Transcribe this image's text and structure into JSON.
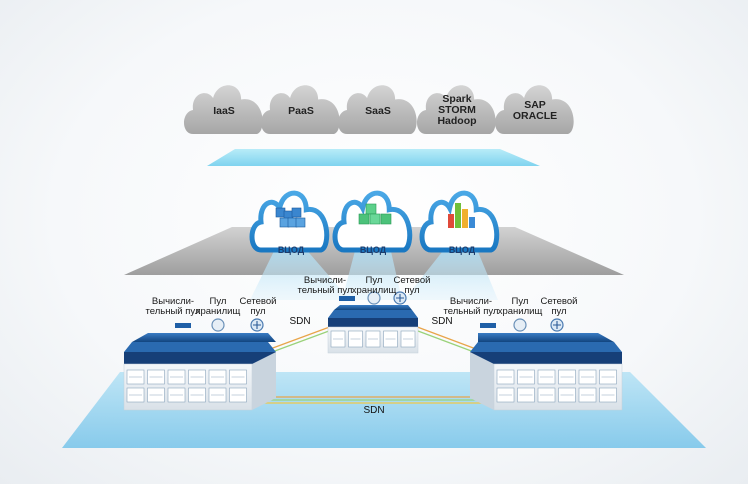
{
  "service_clouds": [
    {
      "label": "IaaS"
    },
    {
      "label": "PaaS"
    },
    {
      "label": "SaaS"
    },
    {
      "label": "Spark\nSTORM\nHadoop"
    },
    {
      "label": "SAP\nORACLE"
    }
  ],
  "data_centers": [
    {
      "label": "ВЦОД",
      "icon": "blue-cubes-icon"
    },
    {
      "label": "ВЦОД",
      "icon": "green-cubes-icon"
    },
    {
      "label": "ВЦОД",
      "icon": "bar-chart-icon"
    }
  ],
  "pools": {
    "compute": "Вычисли-\nтельный пул",
    "storage": "Пул\nхранилищ",
    "network": "Сетевой\nпул"
  },
  "sdn": {
    "left": "SDN",
    "right": "SDN",
    "bottom": "SDN"
  },
  "colors": {
    "platform": "#8fd0ee",
    "rack_top": "#1f5fa6",
    "rack_dark": "#0e3f7c",
    "cloud_gray": "#bdbdbd",
    "cloud_blue": "#2c8fd6"
  }
}
